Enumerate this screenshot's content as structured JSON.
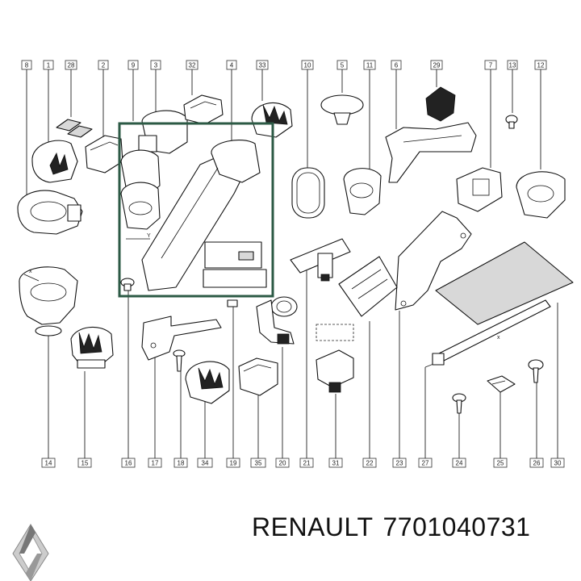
{
  "callouts": {
    "top": [
      "8",
      "1",
      "28",
      "2",
      "9",
      "3",
      "32",
      "4",
      "33",
      "10",
      "5",
      "11",
      "6",
      "29",
      "7",
      "12",
      "13"
    ],
    "bottom": [
      "14",
      "15",
      "16",
      "17",
      "18",
      "34",
      "19",
      "35",
      "20",
      "21",
      "31",
      "22",
      "23",
      "27",
      "24",
      "25",
      "26",
      "30"
    ]
  },
  "dimension_marks": {
    "x": "x",
    "y": "Y"
  },
  "footer": {
    "brand": "RENAULT",
    "part_number": "7701040731"
  },
  "logo": {
    "name": "renault-diamond-logo",
    "colors": [
      "#777777",
      "#cccccc",
      "#ffffff"
    ]
  }
}
